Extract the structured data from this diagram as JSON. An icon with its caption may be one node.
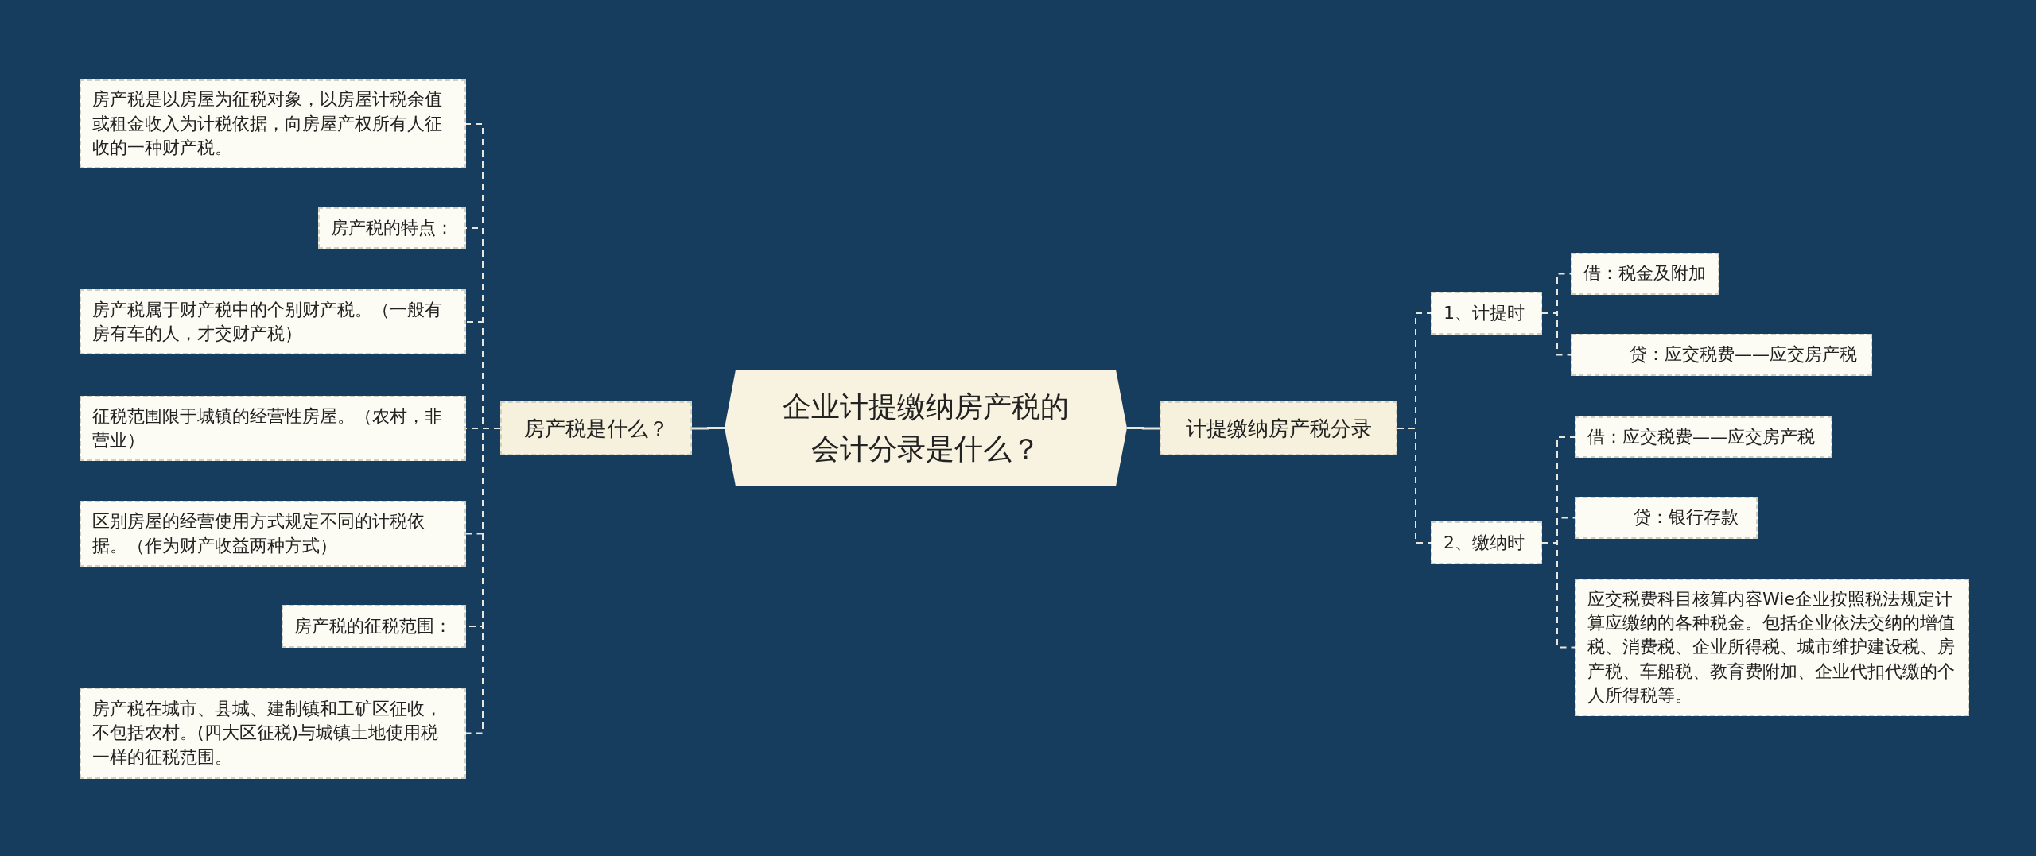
{
  "diagram": {
    "nodes": [
      {
        "text": [
          "企业计提缴纳房产税的会计分录是什么？"
        ]
      },
      {
        "text": [
          "房产税是什么？"
        ]
      },
      {
        "text": [
          "房产税是以房屋为征税对象，以房屋计税余值或租金收入为计税依据，向房屋产权所有人征收的一种财产税。"
        ]
      },
      {
        "text": [
          "房产税的特点："
        ]
      },
      {
        "text": [
          "房产税属于财产税中的个别财产税。（一般有房有车的人，才交财产税）"
        ]
      },
      {
        "text": [
          "征税范围限于城镇的经营性房屋。（农村，非营业）"
        ]
      },
      {
        "text": [
          "区别房屋的经营使用方式规定不同的计税依据。（作为财产收益两种方式）"
        ]
      },
      {
        "text": [
          "房产税的征税范围："
        ]
      },
      {
        "text": [
          "房产税在城市、县城、建制镇和工矿区征收，不包括农村。(四大区征税)与城镇土地使用税一样的征税范围。"
        ]
      },
      {
        "text": [
          "计提缴纳房产税分录"
        ]
      },
      {
        "text": [
          "1、计提时"
        ]
      },
      {
        "text": [
          "借：税金及附加"
        ]
      },
      {
        "text": [
          "贷：应交税费——应交房产税"
        ]
      },
      {
        "text": [
          "2、缴纳时"
        ]
      },
      {
        "text": [
          "借：应交税费——应交房产税"
        ]
      },
      {
        "text": [
          "贷：银行存款"
        ]
      },
      {
        "text": [
          "应交税费科目核算内容Wie企业按照税法规定计算应缴纳的各种税金。包括企业依法交纳的增值税、消费税、企业所得税、城市维护建设税、房产税、车船税、教育费附加、企业代扣代缴的个人所得税等。"
        ]
      }
    ],
    "edges": [
      {
        "from": 0,
        "to": 1,
        "arrow": "none"
      },
      {
        "from": 1,
        "to": 2,
        "arrow": "none",
        "style": "dashed"
      },
      {
        "from": 1,
        "to": 3,
        "arrow": "none",
        "style": "dashed"
      },
      {
        "from": 1,
        "to": 4,
        "arrow": "none",
        "style": "dashed"
      },
      {
        "from": 1,
        "to": 5,
        "arrow": "none",
        "style": "dashed"
      },
      {
        "from": 1,
        "to": 6,
        "arrow": "none",
        "style": "dashed"
      },
      {
        "from": 1,
        "to": 7,
        "arrow": "none",
        "style": "dashed"
      },
      {
        "from": 1,
        "to": 8,
        "arrow": "none",
        "style": "dashed"
      },
      {
        "from": 0,
        "to": 9,
        "arrow": "none"
      },
      {
        "from": 9,
        "to": 10,
        "arrow": "none",
        "style": "dashed"
      },
      {
        "from": 9,
        "to": 13,
        "arrow": "none",
        "style": "dashed"
      },
      {
        "from": 10,
        "to": 11,
        "arrow": "none",
        "style": "dashed"
      },
      {
        "from": 10,
        "to": 12,
        "arrow": "none",
        "style": "dashed"
      },
      {
        "from": 13,
        "to": 14,
        "arrow": "none",
        "style": "dashed"
      },
      {
        "from": 13,
        "to": 15,
        "arrow": "none",
        "style": "dashed"
      },
      {
        "from": 13,
        "to": 16,
        "arrow": "none",
        "style": "dashed"
      }
    ]
  }
}
